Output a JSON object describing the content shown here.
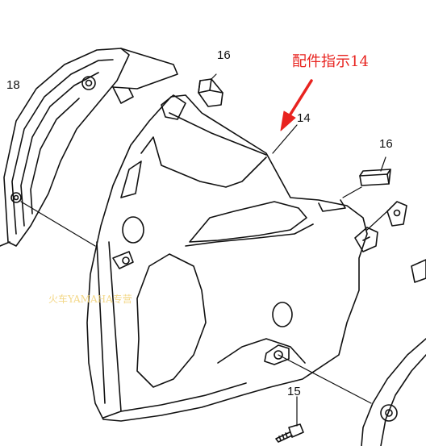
{
  "colors": {
    "line": "#111111",
    "annotation": "#e8231f",
    "arrow": "#e8231f",
    "watermark": "#f2d37a"
  },
  "annotation": {
    "text": "配件指示14"
  },
  "watermark": {
    "text": "火车YAMAHA专营"
  },
  "parts": [
    {
      "id": "p16a",
      "label": "16"
    },
    {
      "id": "p18",
      "label": "18"
    },
    {
      "id": "p14",
      "label": "14"
    },
    {
      "id": "p16b",
      "label": "16"
    },
    {
      "id": "p15",
      "label": "15"
    }
  ]
}
